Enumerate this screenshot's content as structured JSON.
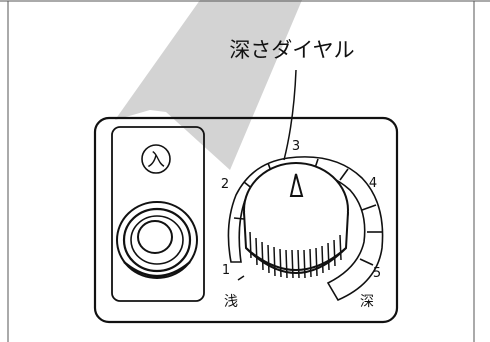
{
  "callout": {
    "text": "深さダイヤル"
  },
  "button": {
    "label": "入"
  },
  "dial": {
    "scale": [
      "1",
      "2",
      "3",
      "4",
      "5"
    ],
    "min_label": "浅",
    "max_label": "深"
  },
  "colors": {
    "line": "#111111",
    "watermark": "#d3d3d3",
    "background": "#ffffff"
  }
}
